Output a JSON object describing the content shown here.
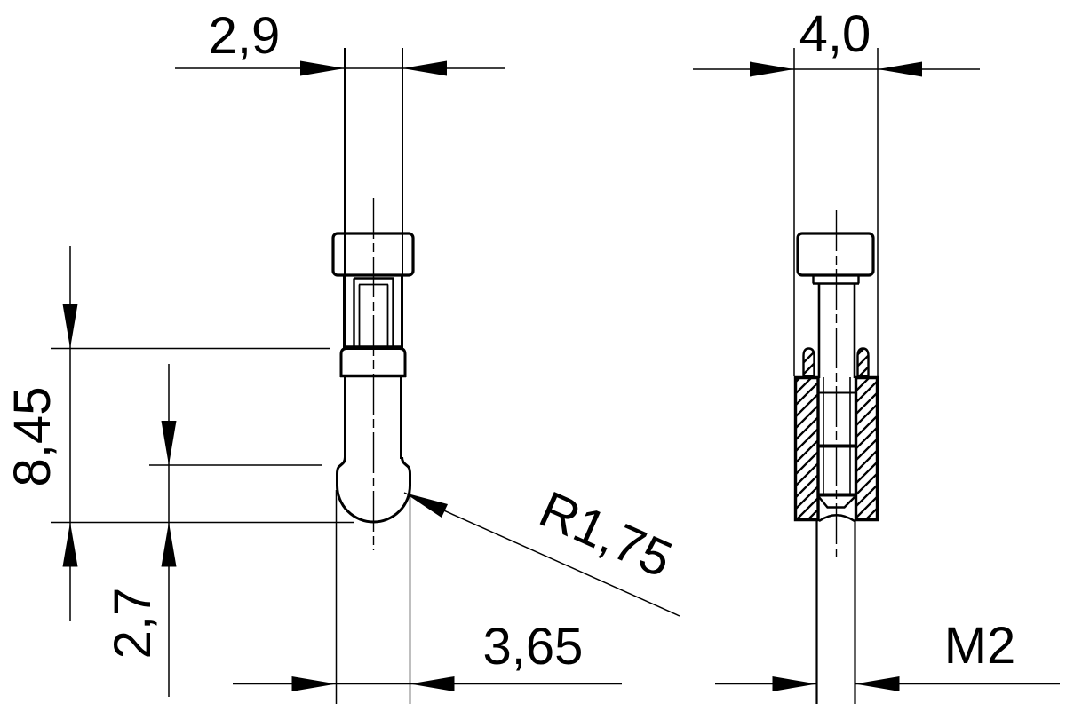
{
  "drawing": {
    "background_color": "#ffffff",
    "line_color": "#000000",
    "views": {
      "front_view": {
        "dim_width_top": "2,9",
        "dim_height_total": "8,45",
        "dim_height_tip": "2,7",
        "dim_width_bottom": "3,65",
        "dim_tip_radius": "R1,75"
      },
      "side_view": {
        "dim_width_top": "4,0",
        "dim_thread": "M2"
      }
    }
  }
}
